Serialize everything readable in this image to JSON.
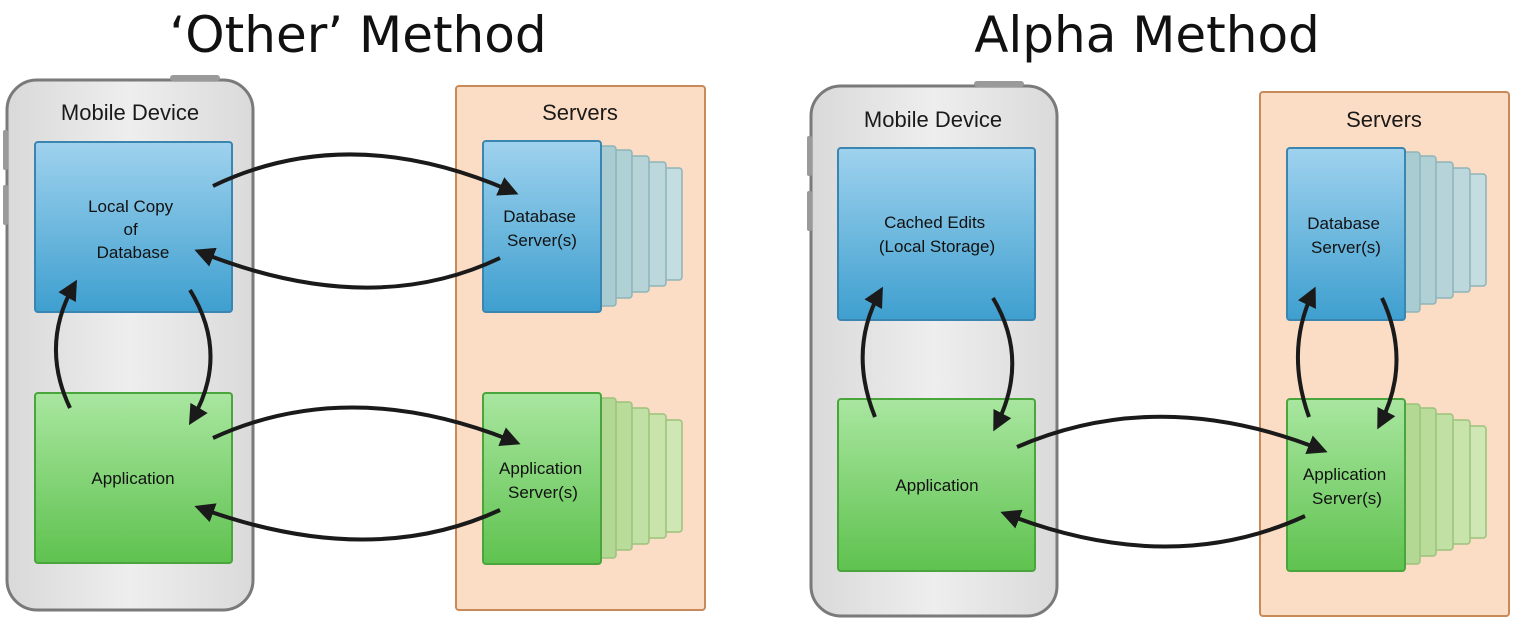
{
  "colors": {
    "device_fill": "#e3e3e3",
    "device_stroke": "#777777",
    "server_panel_fill": "#fbdcc4",
    "server_panel_stroke": "#c98a5a",
    "blue_box": "#6fb6dc",
    "green_box": "#86d57a",
    "arrow": "#1a1a1a"
  },
  "panels": [
    {
      "title": "‘Other’ Method",
      "device": {
        "label": "Mobile Device",
        "top_box": [
          "Local Copy",
          "of",
          "Database"
        ],
        "bottom_box": "Application"
      },
      "servers": {
        "label": "Servers",
        "database": [
          "Database",
          "Server(s)"
        ],
        "application": [
          "Application",
          "Server(s)"
        ]
      }
    },
    {
      "title": "Alpha Method",
      "device": {
        "label": "Mobile Device",
        "top_box": [
          "Cached Edits",
          "(Local Storage)"
        ],
        "bottom_box": "Application"
      },
      "servers": {
        "label": "Servers",
        "database": [
          "Database",
          "Server(s)"
        ],
        "application": [
          "Application",
          "Server(s)"
        ]
      }
    }
  ]
}
